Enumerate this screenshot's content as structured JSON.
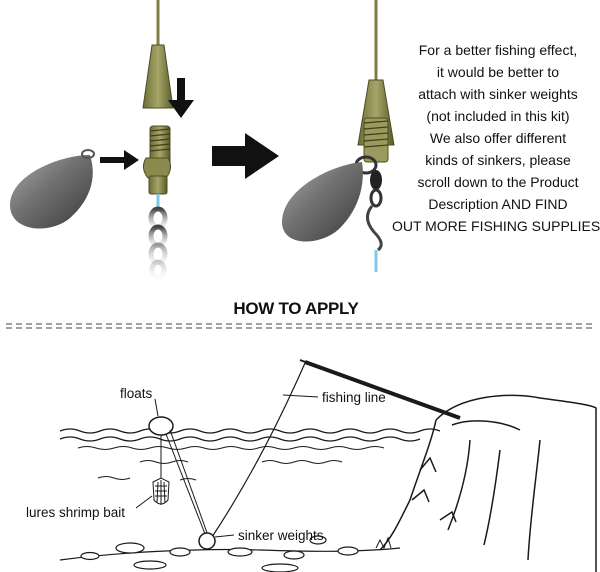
{
  "note": {
    "lines": [
      "For a better fishing effect,",
      "it would be better to",
      "attach with sinker weights",
      "(not included in this kit)",
      "We also offer different",
      "kinds of sinkers, please",
      "scroll down to the Product",
      "Description AND FIND",
      "OUT MORE FISHING SUPPLIES!"
    ]
  },
  "section": {
    "heading": "HOW TO APPLY"
  },
  "labels": {
    "floats": "floats",
    "fishing_line": "fishing line",
    "bait": "lures shrimp bait",
    "sinker": "sinker weights"
  },
  "colors": {
    "olive": "#8f8f52",
    "olive_dark": "#5e5e2e",
    "sinker_gray": "#6a6a6a",
    "line_blue": "#7ec8ea",
    "ink": "#111111"
  }
}
